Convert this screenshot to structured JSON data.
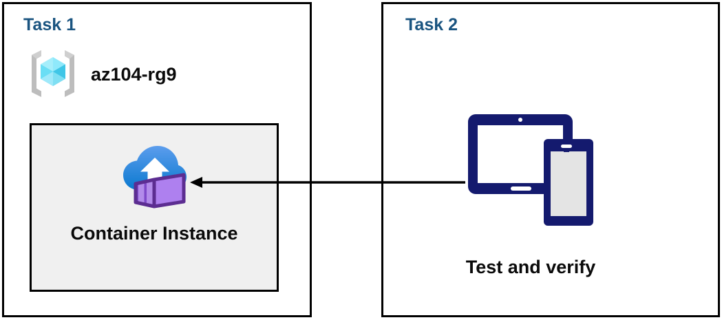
{
  "diagram": {
    "title_colors": {
      "task_heading": "#1a5480",
      "body_text": "#0a0a0a",
      "panel_border": "#000000",
      "box_fill": "#f0f0f0",
      "device_navy": "#141a6e",
      "device_screen_gray": "#e4e4e4",
      "arrow": "#000000",
      "resource_group_cube_light": "#7fe3f7",
      "resource_group_cube_mid": "#32c5e8",
      "resource_group_cube_dark": "#1a9fc4",
      "resource_group_bracket": "#bdbdbd",
      "container_cloud_top": "#5a9bee",
      "container_cloud_bottom": "#0f7ed0",
      "container_body_light": "#b08ae8",
      "container_body_mid": "#9a63dd",
      "container_body_dark": "#5c2d91"
    },
    "panels": [
      {
        "id": "task-1",
        "title": "Task 1",
        "resource_group": {
          "icon": "azure-resource-group-icon",
          "label": "az104-rg9"
        },
        "resource_box": {
          "icon": "azure-container-instance-icon",
          "label": "Container Instance"
        }
      },
      {
        "id": "task-2",
        "title": "Task 2",
        "devices": {
          "icon": "tablet-and-phone-devices-icon",
          "label": "Test and verify"
        }
      }
    ],
    "connector": {
      "name": "arrow-task2-to-container-instance",
      "direction": "right-to-left",
      "from": "Test and verify",
      "to": "Container Instance",
      "arrowhead": "left"
    }
  }
}
